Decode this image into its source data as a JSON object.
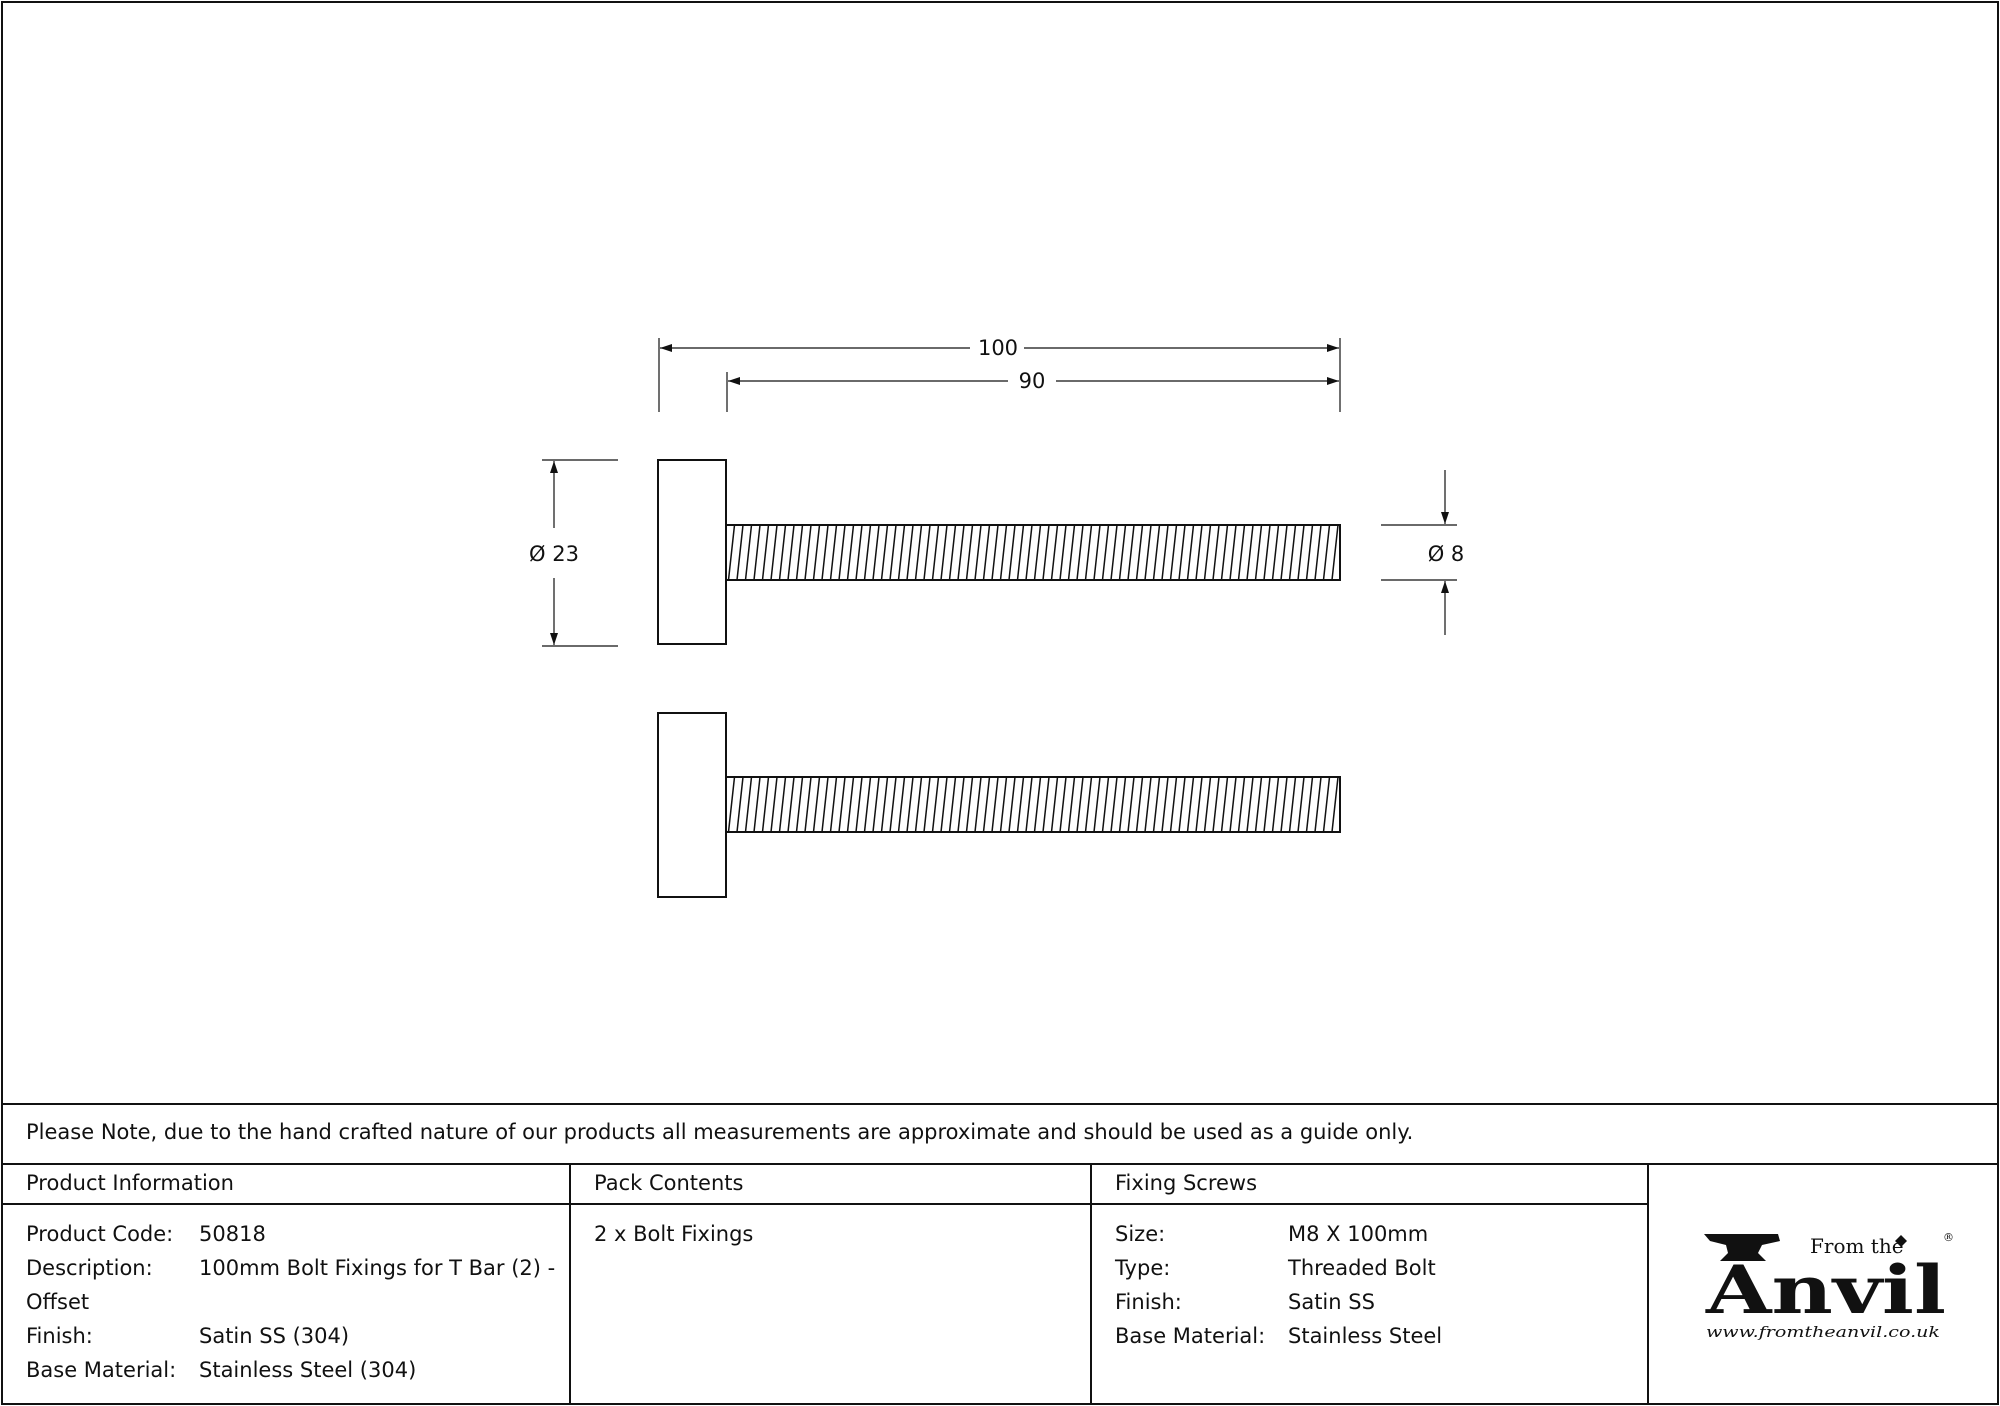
{
  "drawing": {
    "dim_overall_length": "100",
    "dim_thread_length": "90",
    "dim_head_diameter": "Ø 23",
    "dim_thread_diameter": "Ø 8"
  },
  "note": "Please Note, due to the hand crafted nature of our products all measurements are approximate and should be used as a guide only.",
  "product_information": {
    "heading": "Product Information",
    "rows": [
      {
        "label": "Product Code:",
        "value": "50818"
      },
      {
        "label": "Description:",
        "value": "100mm Bolt Fixings for T Bar (2) -",
        "value2": "Offset"
      },
      {
        "label": "Finish:",
        "value": "Satin SS (304)"
      },
      {
        "label": "Base Material:",
        "value": "Stainless Steel (304)"
      }
    ]
  },
  "pack_contents": {
    "heading": "Pack Contents",
    "items": [
      "2 x Bolt Fixings"
    ]
  },
  "fixing_screws": {
    "heading": "Fixing Screws",
    "rows": [
      {
        "label": "Size:",
        "value": "M8 X 100mm"
      },
      {
        "label": "Type:",
        "value": "Threaded Bolt"
      },
      {
        "label": "Finish:",
        "value": "Satin SS"
      },
      {
        "label": "Base Material:",
        "value": "Stainless Steel"
      }
    ]
  },
  "logo": {
    "line1": "From the",
    "line2": "Anvil",
    "url": "www.fromtheanvil.co.uk",
    "registered": "®"
  }
}
